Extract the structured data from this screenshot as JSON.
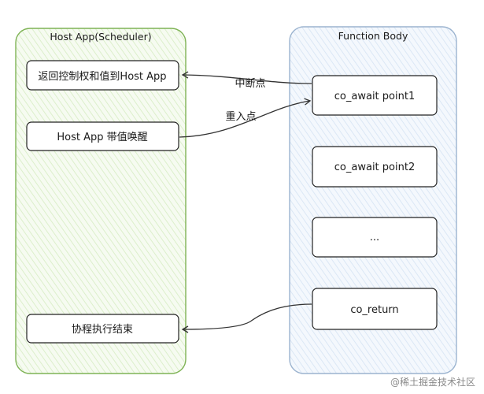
{
  "left_panel": {
    "title": "Host App(Scheduler)",
    "boxes": [
      "返回控制权和值到Host App",
      "Host App 带值唤醒",
      "协程执行结束"
    ]
  },
  "right_panel": {
    "title": "Function Body",
    "boxes": [
      "co_await point1",
      "co_await point2",
      "...",
      "co_return"
    ]
  },
  "edges": [
    {
      "label": "中断点"
    },
    {
      "label": "重入点"
    },
    {
      "label": ""
    }
  ],
  "watermark": "@稀土掘金技术社区",
  "colors": {
    "left_panel_fill": "#ecf6e3",
    "left_panel_stroke": "#7fb356",
    "right_panel_fill": "#e8f1fb",
    "right_panel_stroke": "#9bb3cf",
    "box_stroke": "#222222",
    "arrow_stroke": "#333333"
  }
}
